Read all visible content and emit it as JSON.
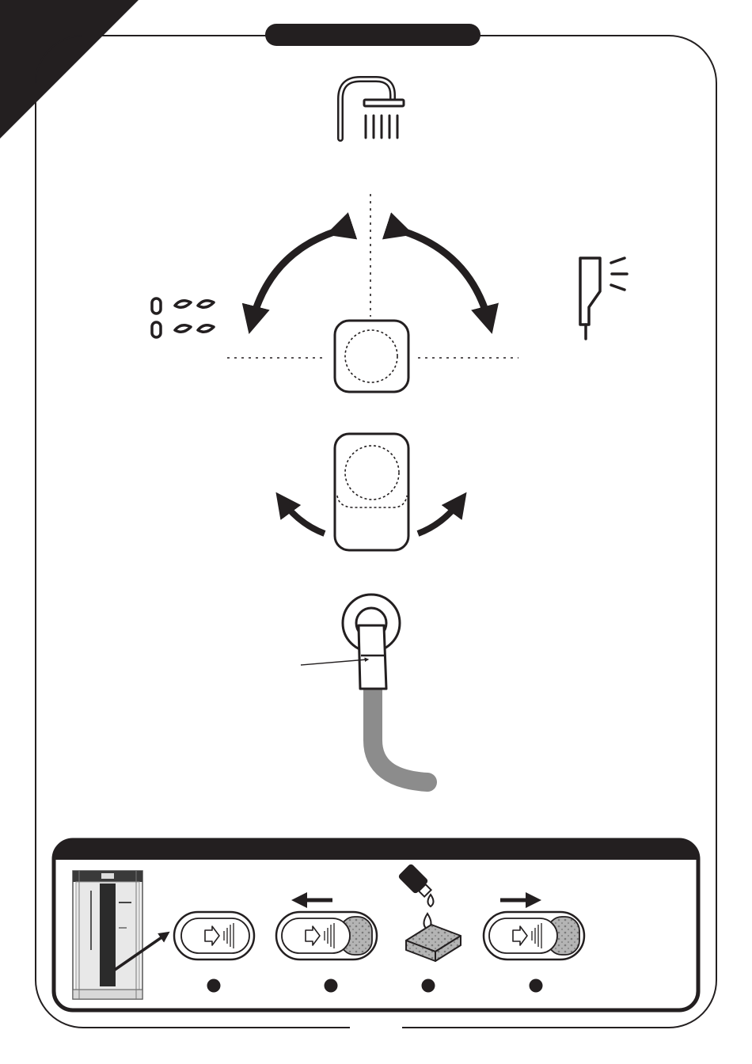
{
  "diagram": {
    "header_bar_text": "",
    "sections": [
      {
        "name": "shower-mixer-modes",
        "icons": [
          "shower-head-icon",
          "body-jets-icon",
          "hand-shower-icon"
        ]
      },
      {
        "name": "valve-rotation",
        "icons": [
          "rotate-left-arrow-icon",
          "rotate-right-arrow-icon"
        ]
      },
      {
        "name": "hose-connection",
        "icons": [
          "wall-outlet-icon",
          "hose-icon"
        ]
      },
      {
        "name": "cleaning-steps",
        "steps": 4,
        "icons": [
          "shower-cabin-icon",
          "filter-slider-icon",
          "detergent-bottle-icon",
          "sponge-icon"
        ]
      }
    ],
    "colors": {
      "ink": "#231f20",
      "hose": "#8c8c8c",
      "filter": "#a0a0a0",
      "paper": "#ffffff"
    }
  }
}
